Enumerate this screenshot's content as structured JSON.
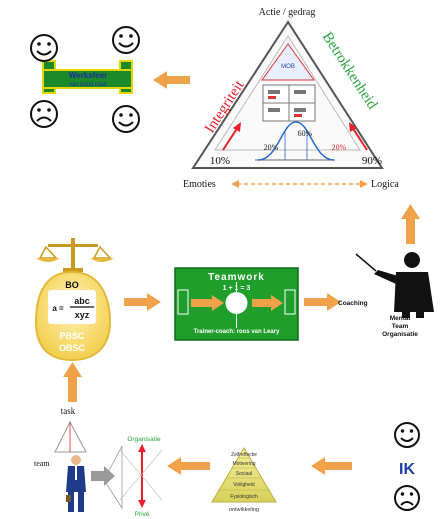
{
  "triangle": {
    "top_label": "Actie / gedrag",
    "left_side": "Integriteit",
    "right_side": "Betrokkenheid",
    "inner_top": "MOB",
    "pct_left": "10%",
    "pct_right": "90%",
    "pct_20_left": "20%",
    "pct_60": "60%",
    "pct_20_right": "20%",
    "bottom_left": "Emoties",
    "bottom_right": "Logica"
  },
  "werksfeer": {
    "title": "Werksfeer",
    "subtitle": "van koud naar"
  },
  "teamwork": {
    "title": "Teamwork",
    "formula": "1 + 1 = 3",
    "caption": "Trainer-coach: roos van Leary"
  },
  "bo": {
    "label": "BO",
    "eq_left": "a =",
    "eq_num": "abc",
    "eq_den": "xyz",
    "line1": "PBSC",
    "line2": "OBSC"
  },
  "coaching": {
    "label": "Coaching",
    "side1": "Mental",
    "side2": "Team",
    "side3": "Organisatie"
  },
  "bottom_left": {
    "task": "task",
    "team": "team",
    "org": "Organisatie",
    "priv": "Privé"
  },
  "pyramid": {
    "levels": [
      "Zelfreflectie",
      "Motivering",
      "Sociaal",
      "Veiligheid",
      "Fysiologisch"
    ],
    "base": "ontwikkeling"
  },
  "ik": {
    "label": "IK"
  },
  "colors": {
    "arrow": "#f0a24a",
    "field_green": "#1f9e2c",
    "bo_yellow": "#f3d25a",
    "red": "#e8202a",
    "green": "#2aa33a",
    "blue": "#1f3fa8"
  }
}
